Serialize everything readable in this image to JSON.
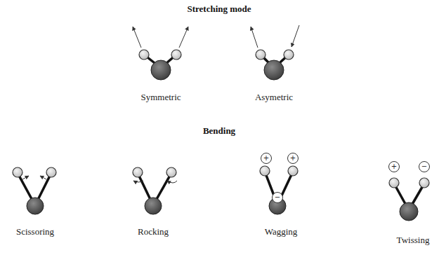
{
  "diagram": {
    "labels": [
      "Stretching mode",
      "Symmetric",
      "Asymetric",
      "Bending",
      "Scissoring",
      "Rocking",
      "Wagging",
      "Twissing",
      "+",
      "+",
      "−",
      "+",
      "−"
    ]
  }
}
